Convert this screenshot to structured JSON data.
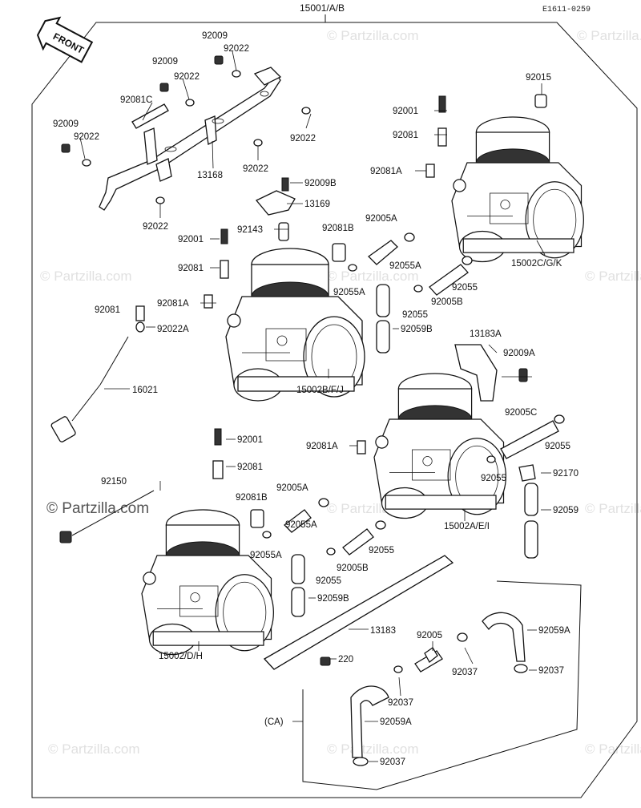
{
  "header": {
    "assembly_number": "15001/A/B",
    "ref_code": "E1611-0259",
    "front_arrow": "FRONT"
  },
  "watermarks": [
    "© Partzilla.com",
    "© Partzilla.com",
    "© Partzilla.com",
    "© Partzilla.com",
    "© Partzilla.com",
    "© Partzilla.com",
    "© Partzilla.com",
    "© Partzilla.com",
    "© Partzilla.com",
    "© Partzilla.com"
  ],
  "watermark_main": "© Partzilla.com",
  "labels": [
    "92009",
    "92022",
    "92009",
    "92022",
    "92081C",
    "92009",
    "92022",
    "92022",
    "13168",
    "92022",
    "92022",
    "92009B",
    "13169",
    "92143",
    "92001",
    "92081",
    "92081B",
    "92005A",
    "92055A",
    "92055A",
    "92081",
    "92081A",
    "92022A",
    "92059B",
    "16021",
    "15002B/F/J",
    "92015",
    "92001",
    "92081",
    "92081A",
    "15002C/G/K",
    "92055",
    "92005B",
    "92055",
    "13183A",
    "92009A",
    "92005C",
    "92055",
    "92081A",
    "92170",
    "92055",
    "92059",
    "15002A/E/I",
    "92001",
    "92081",
    "92150",
    "92081B",
    "92005A",
    "92055A",
    "92055A",
    "92055",
    "92005B",
    "92055",
    "92059B",
    "13183",
    "92059A",
    "92005",
    "92037",
    "92037",
    "92037",
    "220",
    "15002/D/H",
    "(CA)",
    "92059A",
    "92037"
  ]
}
